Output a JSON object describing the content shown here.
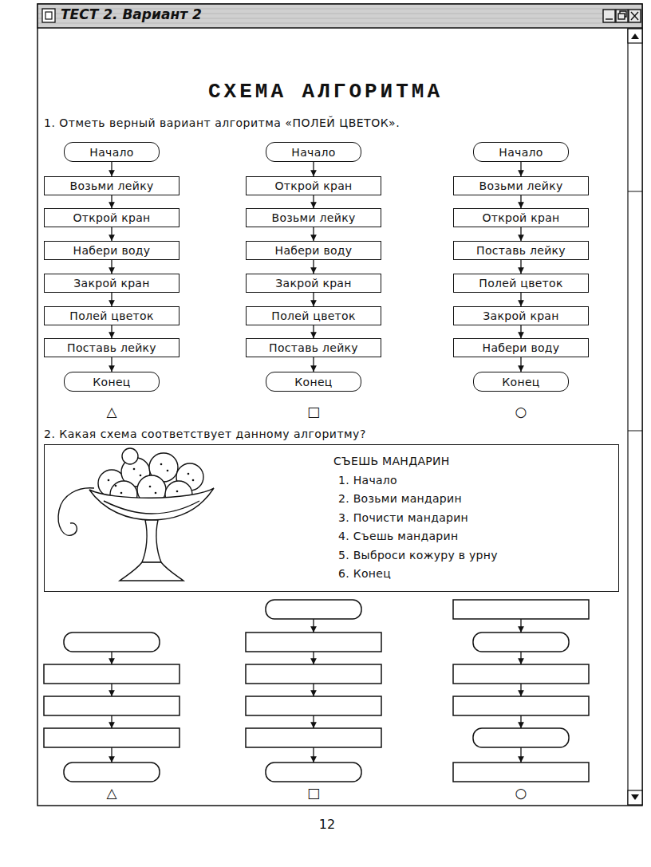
{
  "diagram": {
    "title": "СХЕМА АЛГОРИТМА",
    "nodes": [
      {
        "text": [
          "Начало"
        ]
      },
      {
        "text": [
          "Возьми лейку"
        ]
      },
      {
        "text": [
          "Открой кран"
        ]
      },
      {
        "text": [
          "Набери воду"
        ]
      },
      {
        "text": [
          "Закрой кран"
        ]
      },
      {
        "text": [
          "Полей цветок"
        ]
      },
      {
        "text": [
          "Поставь лейку"
        ]
      },
      {
        "text": [
          "Конец"
        ]
      },
      {
        "text": [
          "Начало"
        ]
      },
      {
        "text": [
          "Открой кран"
        ]
      },
      {
        "text": [
          "Возьми лейку"
        ]
      },
      {
        "text": [
          "Набери воду"
        ]
      },
      {
        "text": [
          "Закрой кран"
        ]
      },
      {
        "text": [
          "Полей цветок"
        ]
      },
      {
        "text": [
          "Поставь лейку"
        ]
      },
      {
        "text": [
          "Конец"
        ]
      },
      {
        "text": [
          "Начало"
        ]
      },
      {
        "text": [
          "Возьми лейку"
        ]
      },
      {
        "text": [
          "Открой кран"
        ]
      },
      {
        "text": [
          "Поставь лейку"
        ]
      },
      {
        "text": [
          "Полей цветок"
        ]
      },
      {
        "text": [
          "Закрой кран"
        ]
      },
      {
        "text": [
          "Набери воду"
        ]
      },
      {
        "text": [
          "Конец"
        ]
      },
      {
        "text": [
          "СЪЕШЬ МАНДАРИН",
          "1. Начало",
          "2. Возьми мандарин",
          "3. Почисти мандарин",
          "4. Съешь мандарин",
          "5. Выброси кожуру в урну",
          "6. Конец"
        ]
      }
    ],
    "edges": [
      {
        "from": 0,
        "to": 1,
        "arrow": "to"
      },
      {
        "from": 1,
        "to": 2,
        "arrow": "to"
      },
      {
        "from": 2,
        "to": 3,
        "arrow": "to"
      },
      {
        "from": 3,
        "to": 4,
        "arrow": "to"
      },
      {
        "from": 4,
        "to": 5,
        "arrow": "to"
      },
      {
        "from": 5,
        "to": 6,
        "arrow": "to"
      },
      {
        "from": 6,
        "to": 7,
        "arrow": "to"
      },
      {
        "from": 8,
        "to": 9,
        "arrow": "to"
      },
      {
        "from": 9,
        "to": 10,
        "arrow": "to"
      },
      {
        "from": 10,
        "to": 11,
        "arrow": "to"
      },
      {
        "from": 11,
        "to": 12,
        "arrow": "to"
      },
      {
        "from": 12,
        "to": 13,
        "arrow": "to"
      },
      {
        "from": 13,
        "to": 14,
        "arrow": "to"
      },
      {
        "from": 14,
        "to": 15,
        "arrow": "to"
      },
      {
        "from": 16,
        "to": 17,
        "arrow": "to"
      },
      {
        "from": 17,
        "to": 18,
        "arrow": "to"
      },
      {
        "from": 18,
        "to": 19,
        "arrow": "to"
      },
      {
        "from": 19,
        "to": 20,
        "arrow": "to"
      },
      {
        "from": 20,
        "to": 21,
        "arrow": "to"
      },
      {
        "from": 21,
        "to": 22,
        "arrow": "to"
      },
      {
        "from": 22,
        "to": 23,
        "arrow": "to"
      }
    ],
    "labels": [
      "ТЕСТ 2. Вариант 2",
      "1. Отметь верный вариант алгоритма «ПОЛЕЙ ЦВЕТОК».",
      "△",
      "□",
      "○",
      "2. Какая схема соответствует данному алгоритму?",
      "△",
      "□",
      "○",
      "12"
    ]
  }
}
